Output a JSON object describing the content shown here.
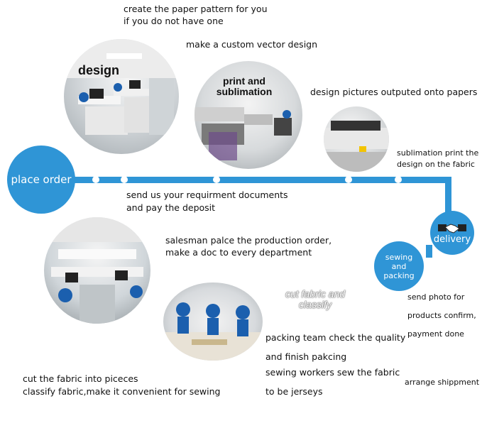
{
  "steps": {
    "place_order": "place order",
    "delivery": "delivery",
    "sewing_packing": "sewing and packing"
  },
  "photo_labels": {
    "design": "design",
    "print": "print and sublimation",
    "cut": "cut fabric and classify"
  },
  "notes": {
    "paper_pattern_1": "create the paper pattern for you",
    "paper_pattern_2": "if you do not have one",
    "vector_design": "make a custom vector design",
    "design_pictures": "design pictures outputed onto papers",
    "sublimation_1": "sublimation print the",
    "sublimation_2": "design on the fabric",
    "send_docs_1": "send us your requirment documents",
    "send_docs_2": "and pay the deposit",
    "salesman_1": "salesman palce the production order,",
    "salesman_2": "make a doc to every department",
    "photo_confirm_1": "send photo for",
    "photo_confirm_2": "products confirm,",
    "photo_confirm_3": "payment done",
    "packing_1": "packing team check the quality",
    "packing_2": "and finish pakcing",
    "sewing_1": "sewing workers sew the fabric",
    "sewing_2": "to be jerseys",
    "shippment": "arrange shippment",
    "cut_1": "cut the fabric into piceces",
    "cut_2": "classify fabric,make it convenient for sewing"
  },
  "colors": {
    "accent": "#2f95d6"
  }
}
